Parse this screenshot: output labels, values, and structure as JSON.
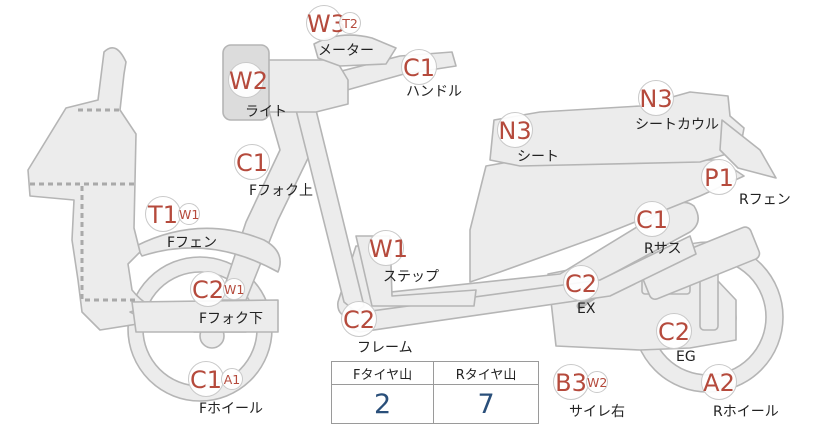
{
  "markers": {
    "w3": {
      "code": "W3",
      "sub": "T2",
      "label": "メーター"
    },
    "c1_handle": {
      "code": "C1",
      "label": "ハンドル"
    },
    "w2": {
      "code": "W2",
      "label": "ライト"
    },
    "c1_fork_upper": {
      "code": "C1",
      "label": "Fフォク上"
    },
    "t1": {
      "code": "T1",
      "sub": "W1",
      "label": "Fフェン"
    },
    "c2_fork_lower": {
      "code": "C2",
      "sub": "W1",
      "label": "Fフォク下"
    },
    "c1_wheel": {
      "code": "C1",
      "sub": "A1",
      "label": "Fホイール"
    },
    "w1_step": {
      "code": "W1",
      "label": "ステップ"
    },
    "c2_frame": {
      "code": "C2",
      "label": "フレーム"
    },
    "n3_seat": {
      "code": "N3",
      "label": "シート"
    },
    "n3_cowl": {
      "code": "N3",
      "label": "シートカウル"
    },
    "p1": {
      "code": "P1",
      "label": "Rフェン"
    },
    "c1_rsus": {
      "code": "C1",
      "label": "Rサス"
    },
    "c2_ex": {
      "code": "C2",
      "label": "EX"
    },
    "c2_eg": {
      "code": "C2",
      "label": "EG"
    },
    "b3": {
      "code": "B3",
      "sub": "W2",
      "label": "サイレ右"
    },
    "a2": {
      "code": "A2",
      "label": "Rホイール"
    }
  },
  "tread_table": {
    "front_header": "Fタイヤ山",
    "rear_header": "Rタイヤ山",
    "front_value": "2",
    "rear_value": "7"
  },
  "colors": {
    "marker_text": "#b54a3c",
    "value_text": "#2a4f7a",
    "part_fill": "#ececec",
    "part_stroke": "#b5b5b5"
  }
}
